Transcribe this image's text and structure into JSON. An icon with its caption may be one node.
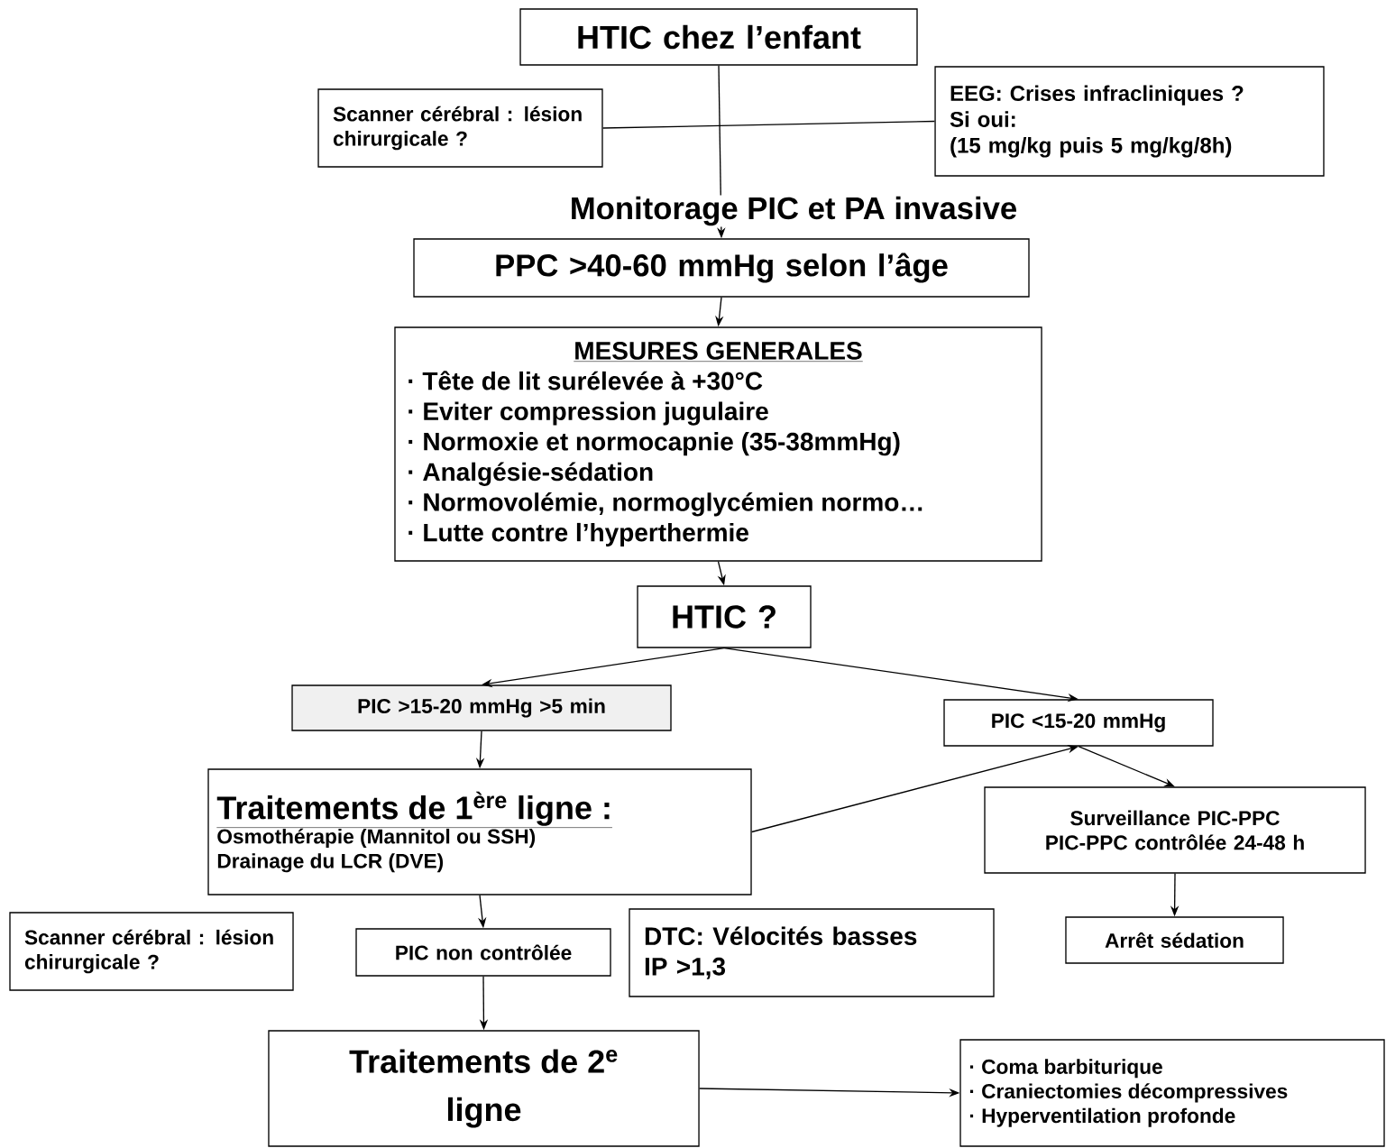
{
  "diagram": {
    "nodes": [
      {
        "text": [
          "HTIC chez l’enfant"
        ]
      },
      {
        "text": [
          "Scanner cérébral : lésion chirurgicale ?"
        ]
      },
      {
        "text": [
          "EEG: Crises infracliniques ?",
          "Si oui:",
          "(15 mg/kg puis 5 mg/kg/8h)"
        ]
      },
      {
        "text": [
          "PPC >40-60 mmHg selon l’âge"
        ]
      },
      {
        "text": [
          "MESURES GENERALES",
          "· Tête de lit surélevée à +30°C",
          "· Eviter compression jugulaire",
          "· Normoxie et normocapnie (35-38mmHg)",
          "· Analgésie-sédation",
          "· Normovolémie, normoglycémien normo…",
          "· Lutte contre l’hyperthermie"
        ]
      },
      {
        "text": [
          "HTIC ?"
        ]
      },
      {
        "text": [
          "PIC >15-20 mmHg >5 min"
        ]
      },
      {
        "text": [
          "PIC <15-20 mmHg"
        ]
      },
      {
        "text": [
          "Traitements de 1$^{ère}$ ligne :",
          "Osmothérapie (Mannitol ou SSH)",
          "Drainage du LCR (DVE)"
        ]
      },
      {
        "text": [
          "Surveillance PIC-PPC",
          "PIC-PPC contrôlée 24-48 h"
        ]
      },
      {
        "text": [
          "Scanner cérébral : lésion chirurgicale ?"
        ]
      },
      {
        "text": [
          "PIC non contrôlée"
        ]
      },
      {
        "text": [
          "DTC: Vélocités basses",
          "IP >1,3"
        ]
      },
      {
        "text": [
          "Arrêt sédation"
        ]
      },
      {
        "text": [
          "Traitements de 2$^{e}$ ligne"
        ]
      },
      {
        "text": [
          "· Coma barbiturique",
          "· Craniectomies décompressives",
          "· Hyperventilation profonde"
        ]
      }
    ],
    "edges": [
      {
        "from": 0,
        "to": 3,
        "arrow": "to"
      },
      {
        "from": 1,
        "to": 2,
        "arrow": "none"
      },
      {
        "from": 3,
        "to": 4,
        "arrow": "to"
      },
      {
        "from": 4,
        "to": 5,
        "arrow": "to"
      },
      {
        "from": 5,
        "to": 6,
        "arrow": "to"
      },
      {
        "from": 5,
        "to": 7,
        "arrow": "to"
      },
      {
        "from": 6,
        "to": 8,
        "arrow": "to"
      },
      {
        "from": 8,
        "to": 7,
        "arrow": "to"
      },
      {
        "from": 7,
        "to": 9,
        "arrow": "to"
      },
      {
        "from": 9,
        "to": 13,
        "arrow": "to"
      },
      {
        "from": 8,
        "to": 11,
        "arrow": "to"
      },
      {
        "from": 11,
        "to": 14,
        "arrow": "to"
      },
      {
        "from": 14,
        "to": 15,
        "arrow": "to"
      }
    ],
    "labels": [
      "Monitorage PIC et PA invasive"
    ]
  }
}
